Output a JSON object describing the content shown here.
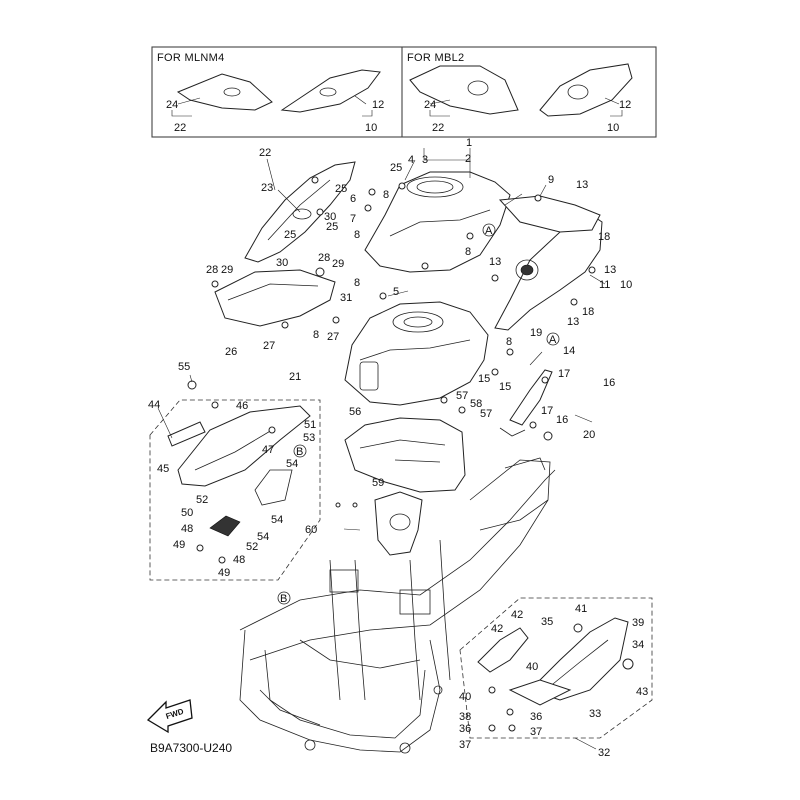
{
  "variants": {
    "left_header": "FOR MLNM4",
    "right_header": "FOR MBL2"
  },
  "figure_code": "B9A7300-U240",
  "fwd_label": "FWD",
  "callouts": {
    "c1": "1",
    "c2": "2",
    "c3": "3",
    "c4": "4",
    "c5": "5",
    "c6": "6",
    "c7": "7",
    "c8": "8",
    "c9": "9",
    "c10": "10",
    "c11": "11",
    "c12": "12",
    "c13": "13",
    "c14": "14",
    "c15": "15",
    "c16": "16",
    "c17": "17",
    "c18": "18",
    "c19": "19",
    "c20": "20",
    "c21": "21",
    "c22": "22",
    "c23": "23",
    "c24": "24",
    "c25": "25",
    "c26": "26",
    "c27": "27",
    "c28": "28",
    "c29": "29",
    "c30": "30",
    "c31": "31",
    "c32": "32",
    "c33": "33",
    "c34": "34",
    "c35": "35",
    "c36": "36",
    "c37": "37",
    "c38": "38",
    "c39": "39",
    "c40": "40",
    "c41": "41",
    "c42": "42",
    "c43": "43",
    "c44": "44",
    "c45": "45",
    "c46": "46",
    "c47": "47",
    "c48": "48",
    "c49": "49",
    "c50": "50",
    "c51": "51",
    "c52": "52",
    "c53": "53",
    "c54": "54",
    "c55": "55",
    "c56": "56",
    "c57": "57",
    "c58": "58",
    "c59": "59",
    "c60": "60",
    "refA": "A",
    "refB": "B"
  }
}
